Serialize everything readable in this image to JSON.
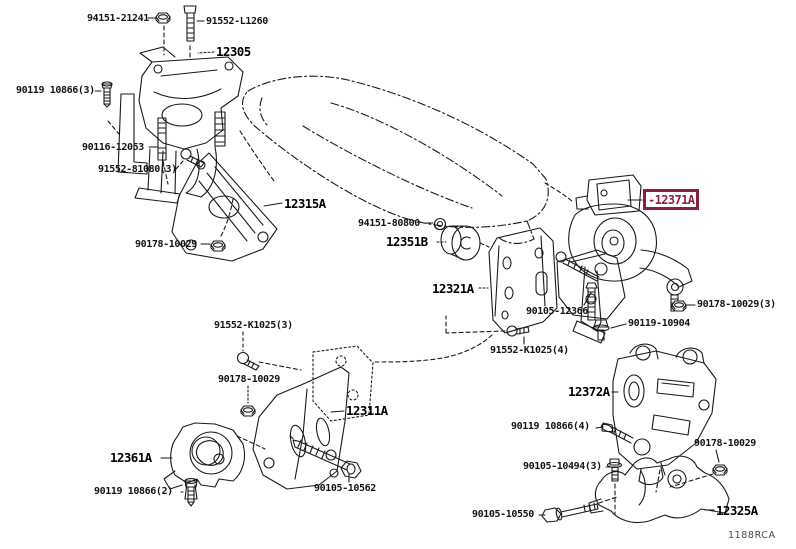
{
  "diagram": {
    "type": "parts-diagram",
    "subject": "engine mounting brackets and insulators",
    "colors": {
      "line": "#1a1a1a",
      "background": "#ffffff",
      "highlight": "#8f1d3d"
    },
    "highlighted_part": "12371A",
    "corner_code": "1188RCA",
    "callouts": [
      {
        "text": "94151-21241",
        "kind": "fastener"
      },
      {
        "text": "91552-L1260",
        "kind": "fastener"
      },
      {
        "text": "12305",
        "kind": "assembly"
      },
      {
        "text": "90119 10866(3)",
        "kind": "fastener"
      },
      {
        "text": "90116-12053",
        "kind": "fastener"
      },
      {
        "text": "91552-81080(3)",
        "kind": "fastener"
      },
      {
        "text": "12315A",
        "kind": "assembly"
      },
      {
        "text": "90178-10029",
        "kind": "fastener"
      },
      {
        "text": "94151-80800",
        "kind": "fastener"
      },
      {
        "text": "12351B",
        "kind": "assembly"
      },
      {
        "text": "12321A",
        "kind": "assembly"
      },
      {
        "text": "90105-12366",
        "kind": "fastener"
      },
      {
        "text": "90119-10904",
        "kind": "fastener"
      },
      {
        "text": "91552-K1025(4)",
        "kind": "fastener"
      },
      {
        "text": "-12371A",
        "kind": "highlighted-assembly"
      },
      {
        "text": "90178-10029(3)",
        "kind": "fastener"
      },
      {
        "text": "91552-K1025(3)",
        "kind": "fastener"
      },
      {
        "text": "90178-10029",
        "kind": "fastener"
      },
      {
        "text": "12311A",
        "kind": "assembly"
      },
      {
        "text": "12361A",
        "kind": "assembly"
      },
      {
        "text": "90119 10866(2)",
        "kind": "fastener"
      },
      {
        "text": "90105-10562",
        "kind": "fastener"
      },
      {
        "text": "12372A",
        "kind": "assembly"
      },
      {
        "text": "90119 10866(4)",
        "kind": "fastener"
      },
      {
        "text": "90178-10029",
        "kind": "fastener"
      },
      {
        "text": "90105-10494(3)",
        "kind": "fastener"
      },
      {
        "text": "90105-10550",
        "kind": "fastener"
      },
      {
        "text": "12325A",
        "kind": "assembly"
      }
    ]
  }
}
